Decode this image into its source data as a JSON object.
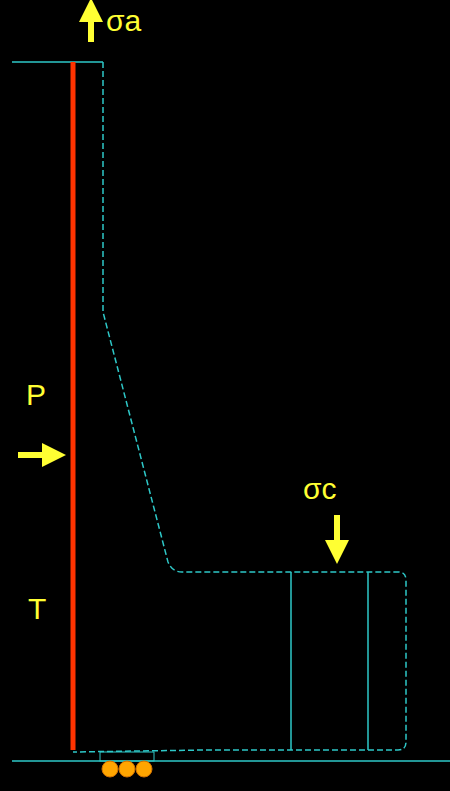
{
  "diagram": {
    "labels": [
      "σa",
      "P",
      "T",
      "σc"
    ]
  }
}
